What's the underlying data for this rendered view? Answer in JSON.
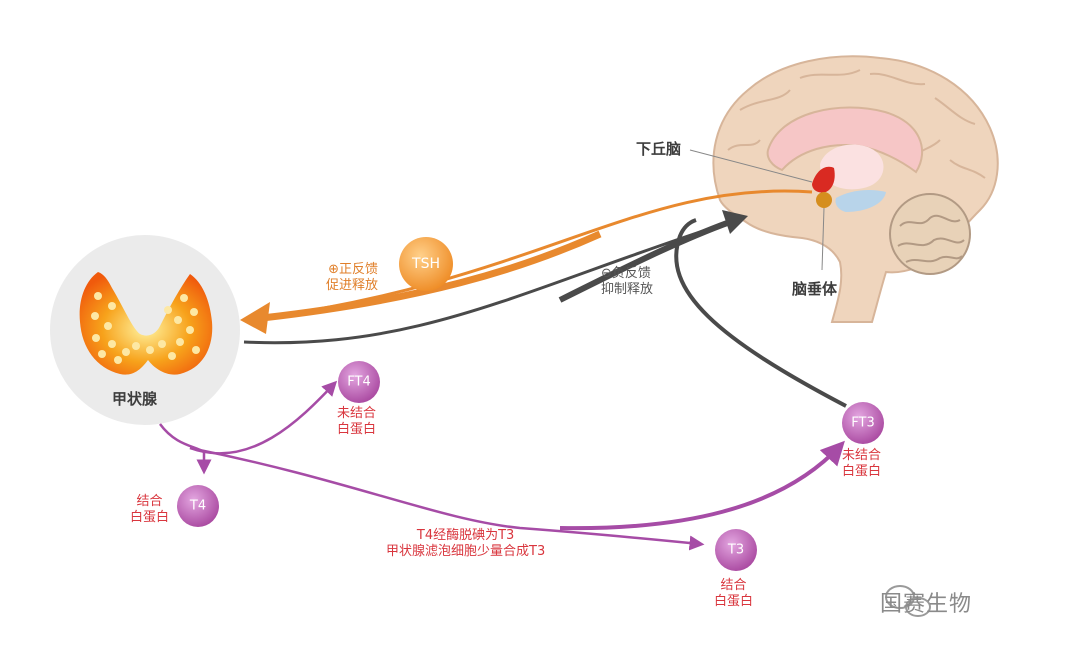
{
  "organs": {
    "thyroid": "甲状腺",
    "hypothalamus": "下丘脑",
    "pituitary": "脑垂体"
  },
  "feedback": {
    "positive_line1": "⊕正反馈",
    "positive_line2": "促进释放",
    "negative_line1": "⊖负反馈",
    "negative_line2": "抑制释放"
  },
  "hormones": {
    "tsh": "TSH",
    "ft4": "FT4",
    "t4": "T4",
    "t3": "T3",
    "ft3": "FT3"
  },
  "binding": {
    "ft4_line1": "未结合",
    "ft4_line2": "白蛋白",
    "t4_line1": "结合",
    "t4_line2": "白蛋白",
    "t3_line1": "结合",
    "t3_line2": "白蛋白",
    "ft3_line1": "未结合",
    "ft3_line2": "白蛋白"
  },
  "conversion": {
    "line1": "T4经酶脱碘为T3",
    "line2": "甲状腺滤泡细胞少量合成T3"
  },
  "watermark": "国赛生物",
  "colors": {
    "orange_arrow": "#e8892e",
    "gray_arrow": "#4a4a4a",
    "purple": "#a64ca6",
    "red_text": "#d9363e"
  }
}
